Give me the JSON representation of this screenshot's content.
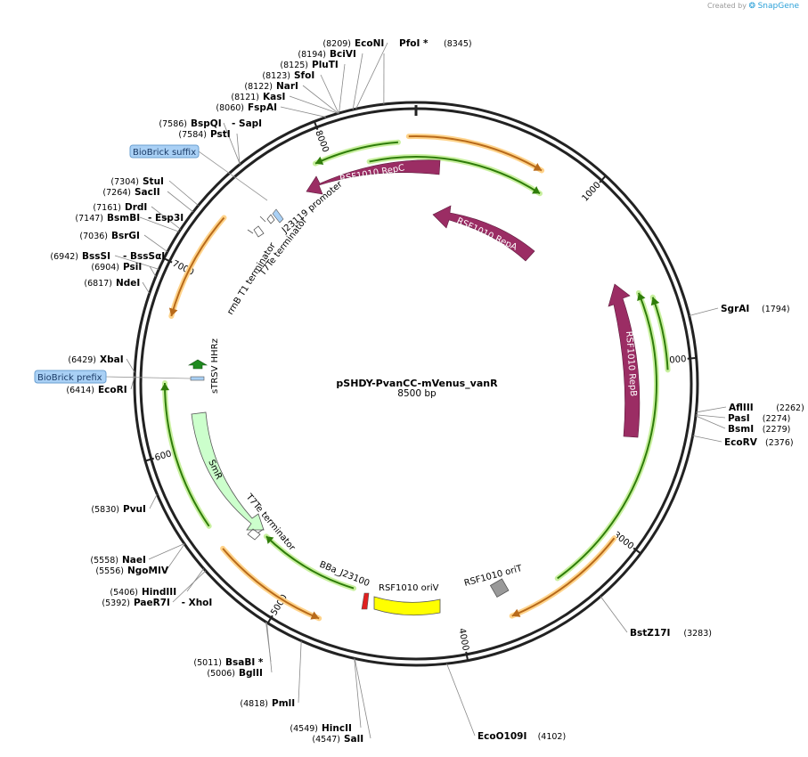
{
  "watermark": {
    "prefix": "Created by",
    "brand": "SnapGene"
  },
  "plasmid": {
    "name": "pSHDY-PvanCC-mVenus_vanR",
    "size_text": "8500 bp",
    "length": 8500
  },
  "ticks": [
    "1000",
    "2000",
    "3000",
    "4000",
    "5000",
    "6000",
    "7000",
    "8000"
  ],
  "sites": [
    {
      "name": "EcoNI",
      "pos": "(8209)",
      "value": 8209
    },
    {
      "name": "PfoI *",
      "pos": "(8345)",
      "value": 8345
    },
    {
      "name": "BciVI",
      "pos": "(8194)",
      "value": 8194
    },
    {
      "name": "PluTI",
      "pos": "(8125)",
      "value": 8125
    },
    {
      "name": "SfoI",
      "pos": "(8123)",
      "value": 8123
    },
    {
      "name": "NarI",
      "pos": "(8122)",
      "value": 8122
    },
    {
      "name": "KasI",
      "pos": "(8121)",
      "value": 8121
    },
    {
      "name": "FspAI",
      "pos": "(8060)",
      "value": 8060
    },
    {
      "name": "BspQI",
      "pos": "(7586)",
      "value": 7586,
      "extra": "- SapI"
    },
    {
      "name": "PstI",
      "pos": "(7584)",
      "value": 7584
    },
    {
      "name": "StuI",
      "pos": "(7304)",
      "value": 7304
    },
    {
      "name": "SacII",
      "pos": "(7264)",
      "value": 7264
    },
    {
      "name": "DrdI",
      "pos": "(7161)",
      "value": 7161
    },
    {
      "name": "BsmBI",
      "pos": "(7147)",
      "value": 7147,
      "extra": "- Esp3I"
    },
    {
      "name": "BsrGI",
      "pos": "(7036)",
      "value": 7036
    },
    {
      "name": "BssSI",
      "pos": "(6942)",
      "value": 6942,
      "extra": "- BssSαI"
    },
    {
      "name": "PsiI",
      "pos": "(6904)",
      "value": 6904
    },
    {
      "name": "NdeI",
      "pos": "(6817)",
      "value": 6817
    },
    {
      "name": "XbaI",
      "pos": "(6429)",
      "value": 6429
    },
    {
      "name": "EcoRI",
      "pos": "(6414)",
      "value": 6414
    },
    {
      "name": "PvuI",
      "pos": "(5830)",
      "value": 5830
    },
    {
      "name": "NaeI",
      "pos": "(5558)",
      "value": 5558
    },
    {
      "name": "NgoMIV",
      "pos": "(5556)",
      "value": 5556
    },
    {
      "name": "HindIII",
      "pos": "(5406)",
      "value": 5406
    },
    {
      "name": "PaeR7I",
      "pos": "(5392)",
      "value": 5392,
      "extra": "- XhoI"
    },
    {
      "name": "BsaBI *",
      "pos": "(5011)",
      "value": 5011
    },
    {
      "name": "BglII",
      "pos": "(5006)",
      "value": 5006
    },
    {
      "name": "PmlI",
      "pos": "(4818)",
      "value": 4818
    },
    {
      "name": "HincII",
      "pos": "(4549)",
      "value": 4549
    },
    {
      "name": "SalI",
      "pos": "(4547)",
      "value": 4547
    },
    {
      "name": "EcoO109I",
      "pos": "(4102)",
      "value": 4102
    },
    {
      "name": "BstZ17I",
      "pos": "(3283)",
      "value": 3283
    },
    {
      "name": "SgrAI",
      "pos": "(1794)",
      "value": 1794
    },
    {
      "name": "AflIII",
      "pos": "(2262)",
      "value": 2262
    },
    {
      "name": "PasI",
      "pos": "(2274)",
      "value": 2274
    },
    {
      "name": "BsmI",
      "pos": "(2279)",
      "value": 2279
    },
    {
      "name": "EcoRV",
      "pos": "(2376)",
      "value": 2376
    }
  ],
  "biobrick": {
    "suffix": "BioBrick suffix",
    "prefix": "BioBrick prefix"
  },
  "features": {
    "repC": "RSF1010 RepC",
    "repA": "RSF1010 RepA",
    "repB": "RSF1010 RepB",
    "smr": "SmR",
    "oriv": "RSF1010 oriV",
    "orit": "RSF1010 oriT",
    "j23100": "BBa_J23100",
    "j23119": "J23119 promoter",
    "t7te_top": "T7Te terminator",
    "rrnb": "rrnB T1 terminator",
    "strsv": "sTRSV HHRz",
    "t7te_bottom": "T7Te terminator"
  },
  "colors": {
    "backbone": "#222222",
    "rep_protein": "#9b2d64",
    "smr": "#ccffcc",
    "oriv": "#ffff00",
    "orit": "#999999",
    "promoter_red": "#e02020",
    "ribozyme": "#1f8a1f",
    "orf_green": "#2f7d0a",
    "orf_green_glow": "#c9f0a0",
    "orf_orange": "#b86a1a",
    "orf_orange_glow": "#ffd38a",
    "biobrick_fill": "#a9d0f5"
  }
}
